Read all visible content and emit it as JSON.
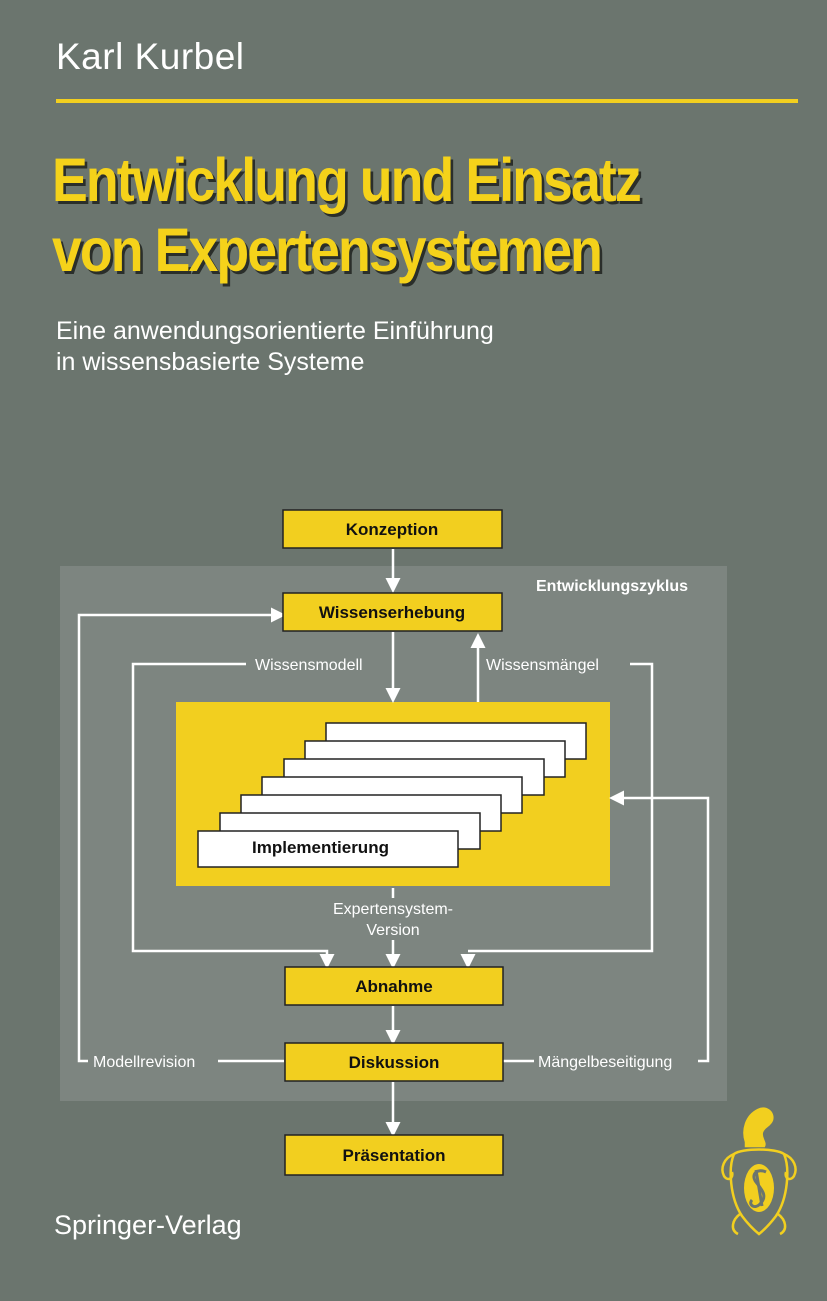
{
  "cover": {
    "author": "Karl Kurbel",
    "title_line1": "Entwicklung und Einsatz",
    "title_line2": "von Expertensystemen",
    "subtitle_line1": "Eine anwendungsorientierte Einführung",
    "subtitle_line2": "in wissensbasierte Systeme",
    "publisher": "Springer-Verlag"
  },
  "diagram": {
    "cycle_label": "Entwicklungszyklus",
    "boxes": {
      "konzeption": "Konzeption",
      "wissenserhebung": "Wissenserhebung",
      "implementierung": "Implementierung",
      "abnahme": "Abnahme",
      "diskussion": "Diskussion",
      "praesentation": "Präsentation"
    },
    "labels": {
      "wissensmodell": "Wissensmodell",
      "wissensmaengel": "Wissensmängel",
      "expertensystem_line1": "Expertensystem-",
      "expertensystem_line2": "Version",
      "modellrevision": "Modellrevision",
      "maengelbeseitigung": "Mängelbeseitigung"
    }
  },
  "colors": {
    "background": "#6b756e",
    "accent_yellow": "#f2cf1f",
    "panel": "#7d8580"
  }
}
